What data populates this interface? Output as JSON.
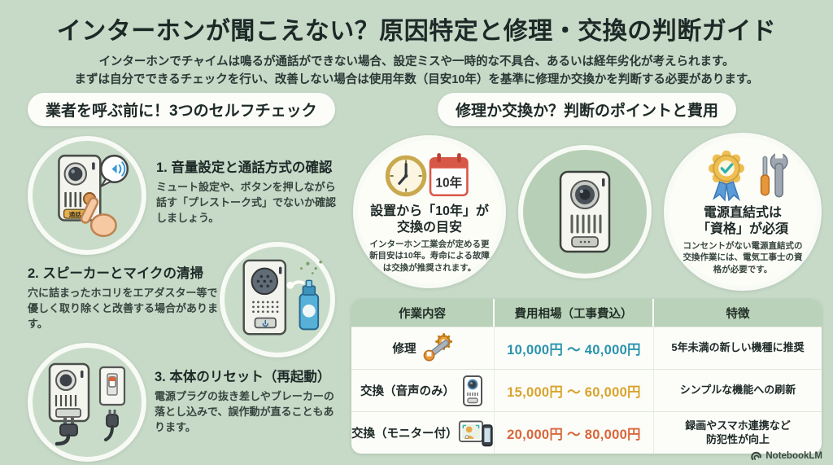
{
  "header": {
    "title": "インターホンが聞こえない？原因特定と修理・交換の判断ガイド",
    "subtitle1": "インターホンでチャイムは鳴るが通話ができない場合、設定ミスや一時的な不具合、あるいは経年劣化が考えられます。",
    "subtitle2": "まずは自分でできるチェックを行い、改善しない場合は使用年数（目安10年）を基準に修理か交換かを判断する必要があります。"
  },
  "left": {
    "header": "業者を呼ぶ前に！3つのセルフチェック",
    "items": [
      {
        "title": "1. 音量設定と通話方式の確認",
        "body": "ミュート設定や、ボタンを押しながら話す「プレストーク式」でないか確認しましょう。",
        "button_label": "通話",
        "icon": "intercom-press-talk-illustration"
      },
      {
        "title": "2. スピーカーとマイクの清掃",
        "body": "穴に詰まったホコリをエアダスター等で優しく取り除くと改善する場合があります。",
        "icon": "air-duster-cleaning-illustration"
      },
      {
        "title": "3. 本体のリセット（再起動）",
        "body": "電源プラグの抜き差しやブレーカーの落とし込みで、誤作動が直ることもあります。",
        "icon": "power-plug-breaker-illustration"
      }
    ]
  },
  "right": {
    "header": "修理か交換か？判断のポイントと費用",
    "points": [
      {
        "badge": "10年",
        "title": "設置から「10年」が\n交換の目安",
        "body": "インターホン工業会が定める更新目安は10年。寿命による故障は交換が推奨されます。",
        "icon": "clock-calendar-icon"
      },
      {
        "icon": "video-intercom-icon"
      },
      {
        "title": "電源直結式は\n「資格」が必須",
        "body": "コンセントがない電源直結式の交換作業には、電気工事士の資格が必要です。",
        "icon": "certificate-tools-icon"
      }
    ],
    "table": {
      "headers": [
        "作業内容",
        "費用相場（工事費込）",
        "特徴"
      ],
      "rows": [
        {
          "label": "修理",
          "icon": "repair-tools-icon",
          "price": "10,000円 ～ 40,000円",
          "price_color": "#2a93ae",
          "feature": "5年未満の新しい機種に推奨"
        },
        {
          "label": "交換（音声のみ）",
          "icon": "audio-intercom-icon",
          "price": "15,000円 ～ 60,000円",
          "price_color": "#d9a32c",
          "feature": "シンプルな機能への刷新"
        },
        {
          "label": "交換（モニター付）",
          "icon": "monitor-smartphone-icon",
          "price": "20,000円 ～ 80,000円",
          "price_color": "#d8663a",
          "feature": "録画やスマホ連携など\n防犯性が向上"
        }
      ]
    }
  },
  "colors": {
    "background": "#c7d9c7",
    "table_header": "#b9d2b9",
    "price_repair": "#2a93ae",
    "price_audio_swap": "#d9a32c",
    "price_monitor_swap": "#d8663a"
  },
  "footer": {
    "brand": "NotebookLM"
  }
}
